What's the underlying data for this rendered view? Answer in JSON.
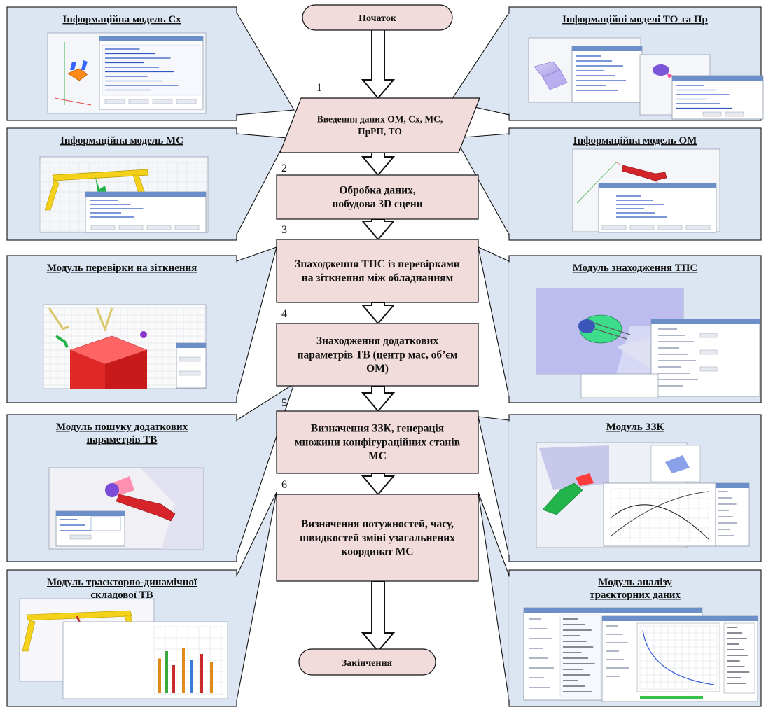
{
  "start_label": "Початок",
  "end_label": "Закінчення",
  "steps": [
    {
      "number": "1",
      "lines": [
        "Введення даних  ОМ, Сх, МС,",
        "ПрРП, ТО"
      ]
    },
    {
      "number": "2",
      "lines": [
        "Обробка даних,",
        "побудова 3D сцени"
      ]
    },
    {
      "number": "3",
      "lines": [
        "Знаходження ТПС із перевірками",
        "на зіткнення між обладнанням"
      ]
    },
    {
      "number": "4",
      "lines": [
        "Знаходження додаткових",
        "параметрів ТВ (центр мас, об’єм",
        "ОМ)"
      ]
    },
    {
      "number": "5",
      "lines": [
        "Визначення ЗЗК, генерація",
        "множини конфігураційних станів",
        "МС"
      ]
    },
    {
      "number": "6",
      "lines": [
        "Визначення потужностей, часу,",
        "швидкостей зміні узагальнених",
        "координат МС"
      ]
    }
  ],
  "callouts": [
    {
      "title_lines": [
        "Інформаційна модель Сх"
      ]
    },
    {
      "title_lines": [
        "Інформаційні моделі ТО та Пр"
      ]
    },
    {
      "title_lines": [
        "Інформаційна модель МС"
      ]
    },
    {
      "title_lines": [
        "Інформаційна модель ОМ"
      ]
    },
    {
      "title_lines": [
        "Модуль перевірки на зіткнення"
      ]
    },
    {
      "title_lines": [
        "Модуль знаходження ТПС"
      ]
    },
    {
      "title_lines": [
        "Модуль пошуку додаткових",
        "параметрів ТВ"
      ]
    },
    {
      "title_lines": [
        "Модуль ЗЗК"
      ]
    },
    {
      "title_lines": [
        "Модуль траєкторно-динамічної",
        "складової ТВ"
      ]
    },
    {
      "title_lines": [
        "Модуль аналізу",
        "траєкторних даних"
      ]
    }
  ],
  "colors": {
    "process_fill": "#f2dcdb",
    "callout_fill": "#dce6f2",
    "screenshot_bg": "#f4f6fa",
    "window_blue": "#6d8fc9",
    "model_yellow": "#f5d21a",
    "model_green": "#22b34a",
    "model_red": "#d6282a",
    "model_purple": "#9d8be3"
  }
}
